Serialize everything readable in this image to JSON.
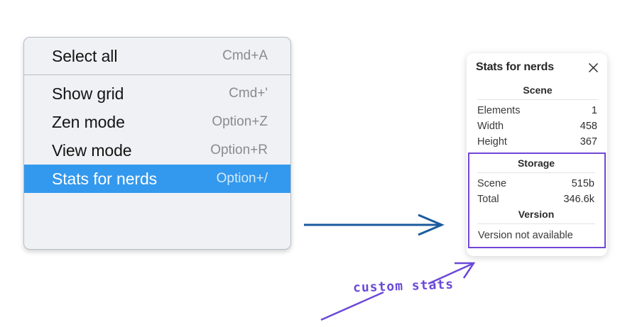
{
  "context_menu": {
    "groups": [
      {
        "items": [
          {
            "label": "Select all",
            "shortcut": "Cmd+A",
            "selected": false
          }
        ]
      },
      {
        "items": [
          {
            "label": "Show grid",
            "shortcut": "Cmd+'",
            "selected": false
          },
          {
            "label": "Zen mode",
            "shortcut": "Option+Z",
            "selected": false
          },
          {
            "label": "View mode",
            "shortcut": "Option+R",
            "selected": false
          },
          {
            "label": "Stats for nerds",
            "shortcut": "Option+/",
            "selected": true
          }
        ]
      }
    ],
    "highlight_color": "#3399ee"
  },
  "stats_panel": {
    "title": "Stats for nerds",
    "close_icon": "close-icon",
    "scene": {
      "heading": "Scene",
      "rows": [
        {
          "label": "Elements",
          "value": "1"
        },
        {
          "label": "Width",
          "value": "458"
        },
        {
          "label": "Height",
          "value": "367"
        }
      ]
    },
    "storage": {
      "heading": "Storage",
      "rows": [
        {
          "label": "Scene",
          "value": "515b"
        },
        {
          "label": "Total",
          "value": "346.6k"
        }
      ]
    },
    "version": {
      "heading": "Version",
      "text": "Version not available"
    },
    "highlight_border_color": "#7047d6"
  },
  "annotations": {
    "blue_arrow_color": "#1b5a9e",
    "purple_color": "#6a49d8",
    "handwritten_note": "custom stats"
  }
}
